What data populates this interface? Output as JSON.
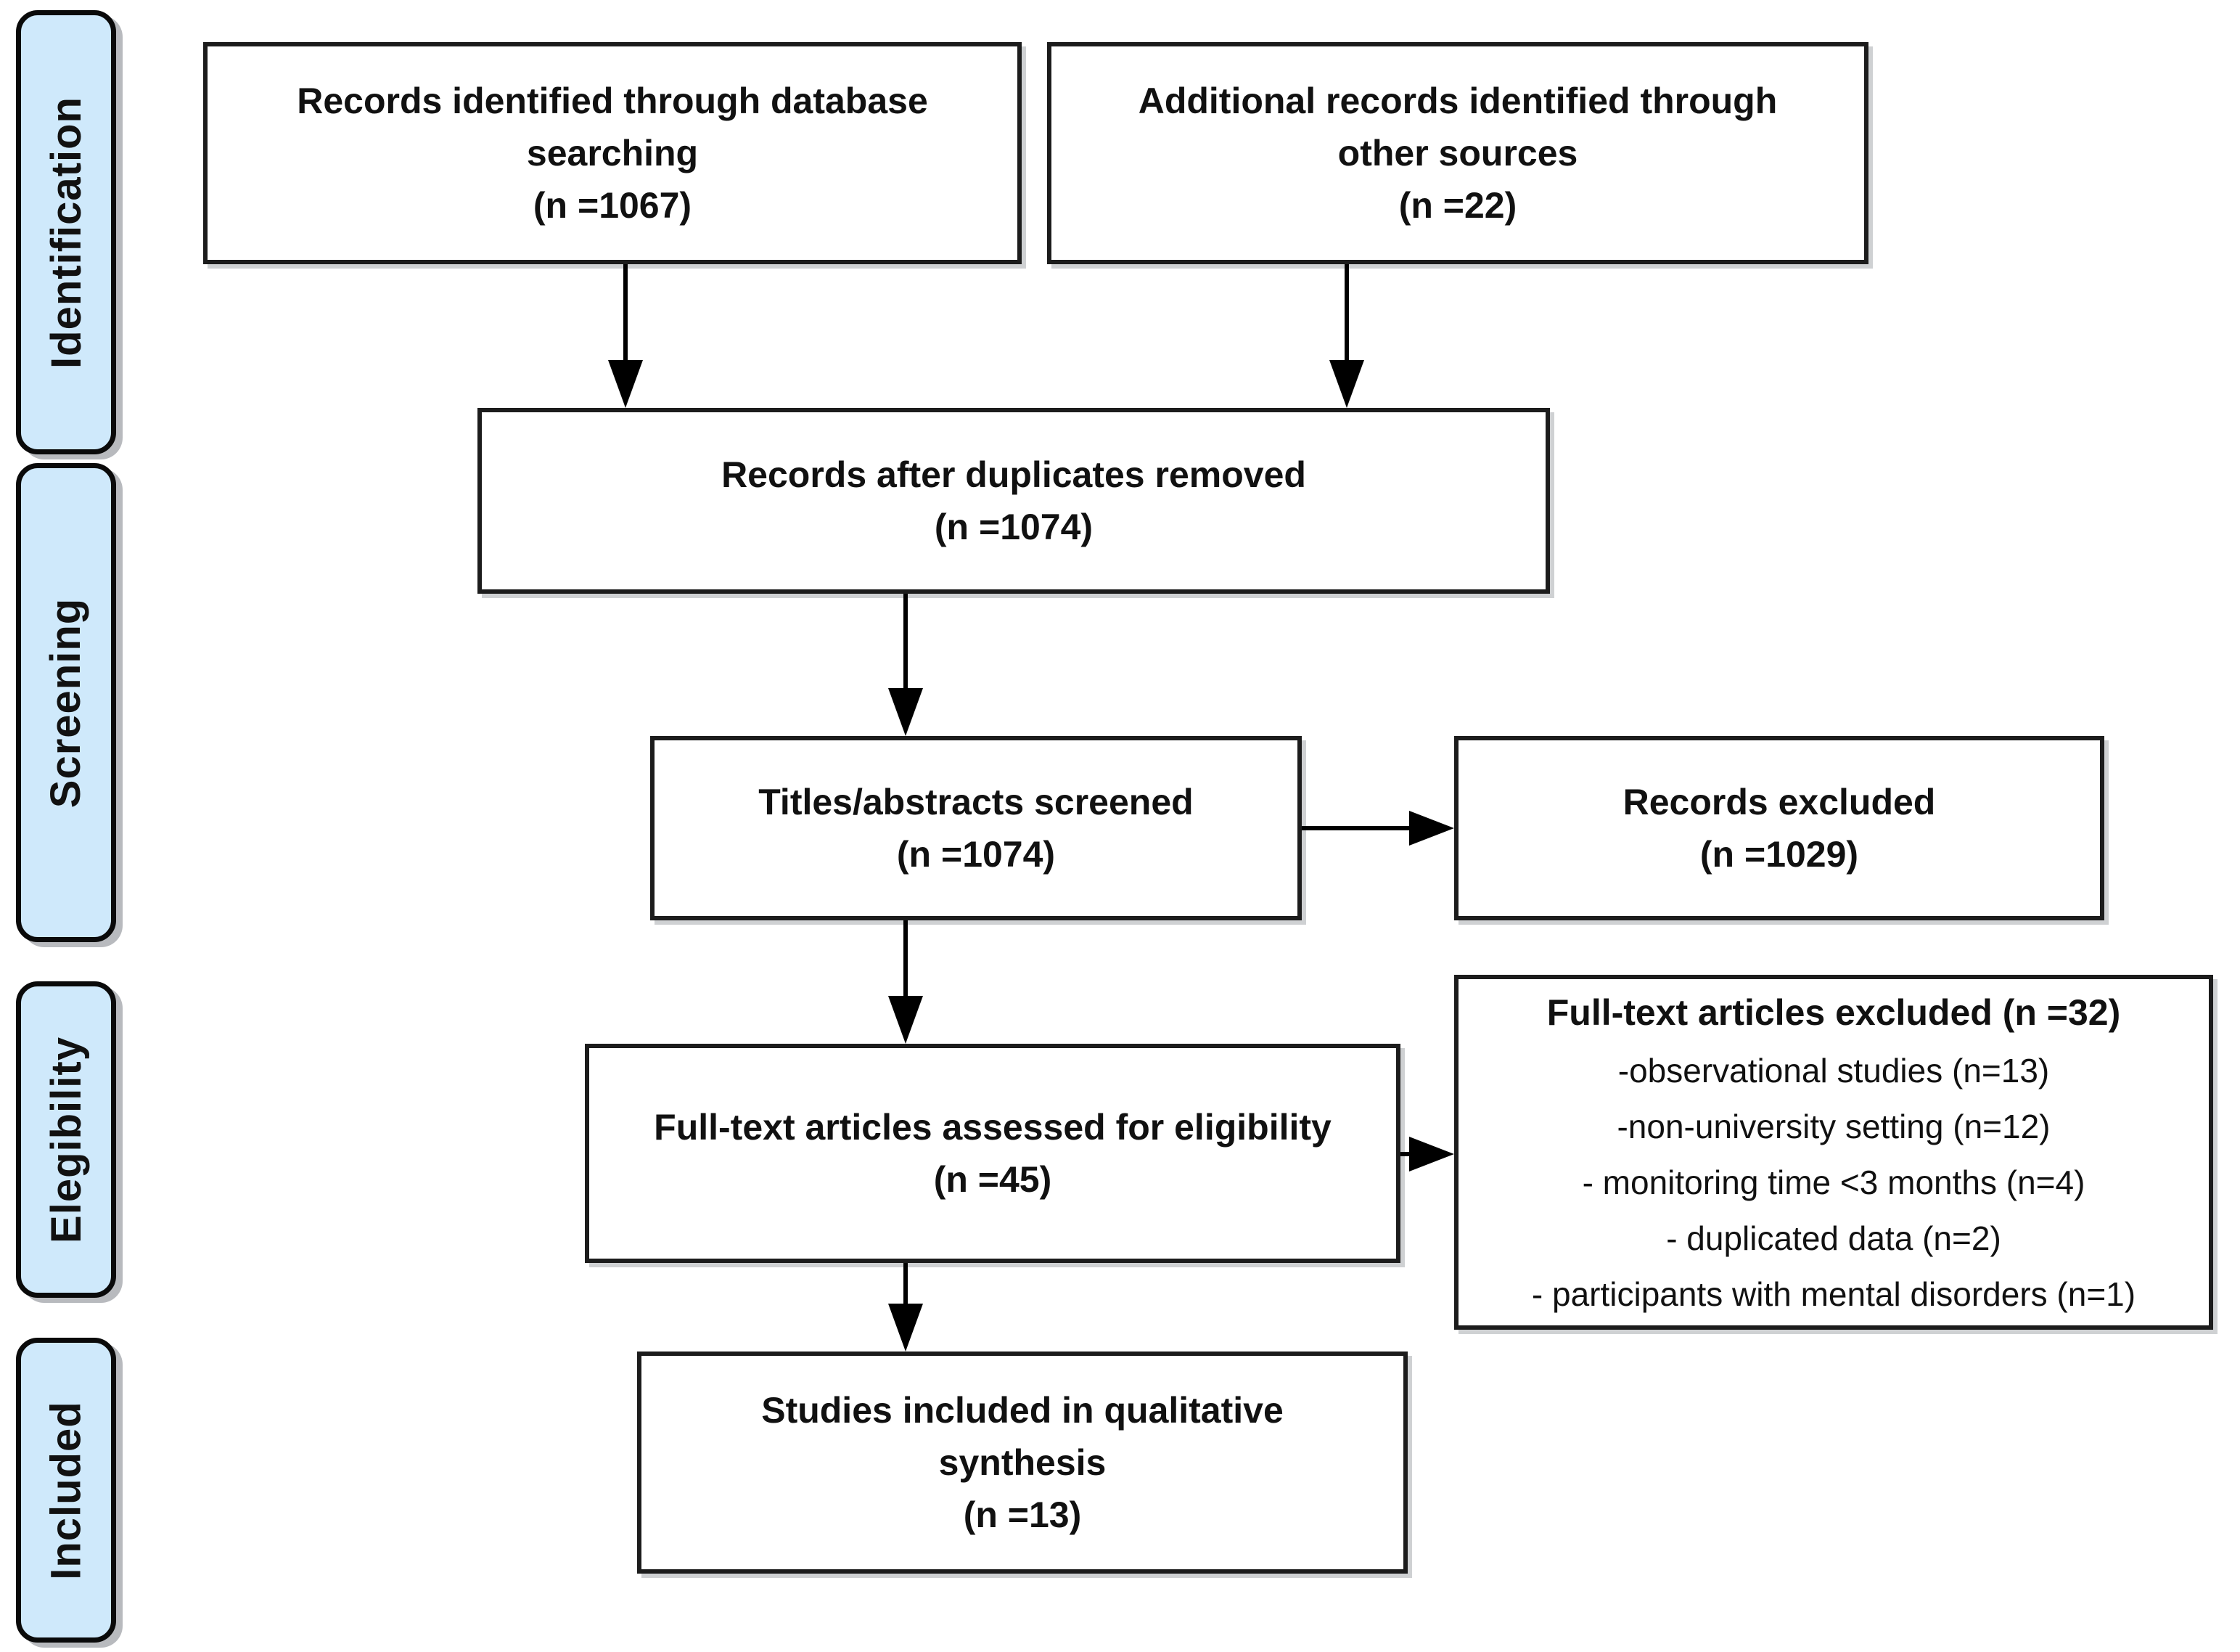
{
  "diagram": {
    "kind": "PRISMA flow diagram",
    "colors": {
      "stage_fill": "#cfe9fb",
      "stage_border": "#0a0a0a",
      "box_fill": "#ffffff",
      "box_border": "#1c1c1c",
      "arrow": "#000000",
      "text": "#111111"
    }
  },
  "sidebar": {
    "items": [
      {
        "label": "Identification"
      },
      {
        "label": "Screening"
      },
      {
        "label": "Elegibility"
      },
      {
        "label": "Included"
      }
    ]
  },
  "boxes": {
    "records_identified": {
      "lines": [
        "Records identified through database",
        "searching",
        "(n =1067)"
      ]
    },
    "additional_records": {
      "lines": [
        "Additional records identified through",
        "other sources",
        "(n =22)"
      ]
    },
    "duplicates_removed": {
      "lines": [
        "Records after duplicates removed",
        "(n =1074)"
      ]
    },
    "titles_screened": {
      "lines": [
        "Titles/abstracts screened",
        "(n =1074)"
      ]
    },
    "records_excluded": {
      "lines": [
        "Records excluded",
        "(n =1029)"
      ]
    },
    "fulltext_assessed": {
      "lines": [
        "Full-text articles assessed for eligibility",
        "(n =45)"
      ]
    },
    "fulltext_excluded": {
      "title": "Full-text articles excluded (n =32)",
      "items": [
        "-observational studies (n=13)",
        "-non-university setting (n=12)",
        "- monitoring time <3 months (n=4)",
        "- duplicated data (n=2)",
        "- participants with mental disorders (n=1)"
      ]
    },
    "studies_included": {
      "lines": [
        "Studies included in qualitative",
        "synthesis",
        "(n =13)"
      ]
    }
  }
}
